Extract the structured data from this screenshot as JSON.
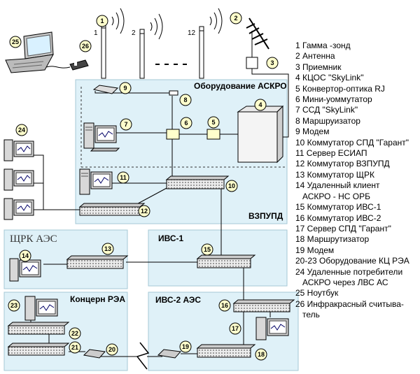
{
  "zones": {
    "askro": "Оборудование АСКРО",
    "vzpupd": "ВЗПУПД",
    "shchrk": "ЩРК АЭС",
    "ivs1": "ИВС-1",
    "concern": "Концерн РЭА",
    "ivs2": "ИВС-2 АЭС"
  },
  "markers": {
    "m1": "1",
    "m2": "2",
    "m3": "3",
    "m4": "4",
    "m5": "5",
    "m6": "6",
    "m7": "7",
    "m8": "8",
    "m9": "9",
    "m10": "10",
    "m11": "11",
    "m12": "12",
    "m13": "13",
    "m14": "14",
    "m15": "15",
    "m16": "16",
    "m17": "17",
    "m18": "18",
    "m19": "19",
    "m20": "20",
    "m21": "21",
    "m22": "22",
    "m23": "23",
    "m24": "24",
    "m25": "25",
    "m26": "26"
  },
  "probe_labels": {
    "p1": "1",
    "p2": "2",
    "p12": "12"
  },
  "legend": [
    "1 Гамма -зонд",
    "2 Антенна",
    "3 Приемник",
    "4 КЦОС \"SkyLink\"",
    "5 Конвертор-оптика RJ",
    "6 Мини-уоммутатор",
    "7 ССД \"SkyLink\"",
    "8 Маршруизатор",
    "9 Модем",
    "10 Коммутатор СПД \"Гарант\"",
    "11 Сервер ЕСИАП",
    "12 Коммутатор ВЗПУПД",
    "13 Коммутатор ЩРК",
    "14 Удаленный клиент",
    "АСКРО - НС ОРБ",
    "15 Коммутатор ИВС-1",
    "16 Коммутатор ИВС-2",
    "17 Сервер СПД \"Гарант\"",
    "18 Маршрутизатор",
    "19 Модем",
    "20-23 Оборудование КЦ РЭА",
    "24 Удаленные потребители",
    "АСКРО через ЛВС АС",
    "25 Ноутбук",
    "26 Инфракрасный считыва-",
    "тель"
  ]
}
